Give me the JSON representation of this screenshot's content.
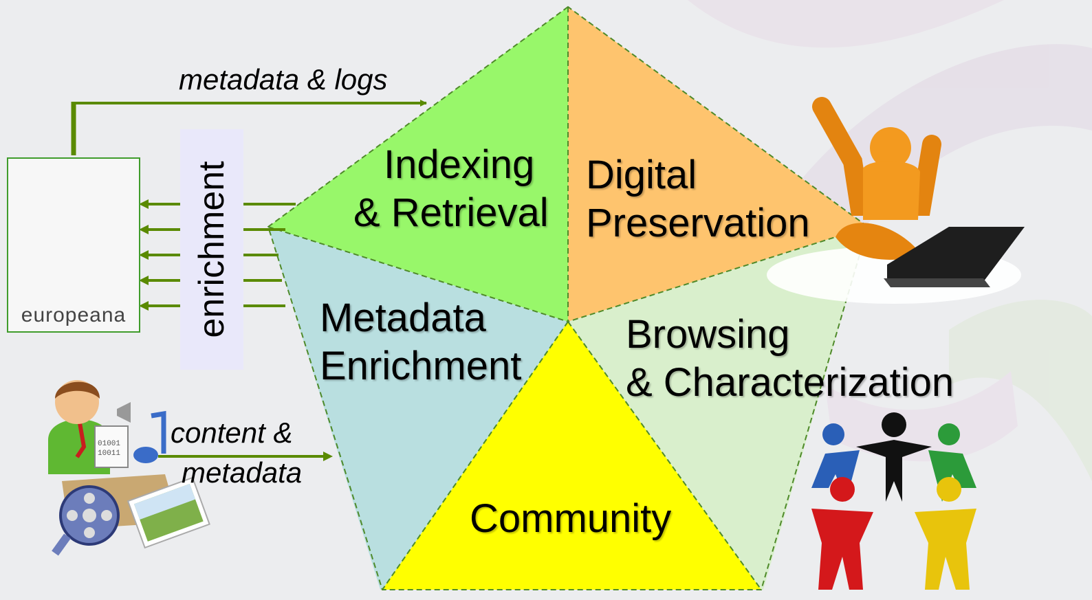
{
  "diagram": {
    "segments": {
      "indexing": [
        "Indexing",
        "& Retrieval"
      ],
      "preservation": [
        "Digital",
        "Preservation"
      ],
      "metadata": [
        "Metadata",
        "Enrichment"
      ],
      "browsing": [
        "Browsing",
        "& Characterization"
      ],
      "community": "Community"
    },
    "flows": {
      "metadata_logs": "metadata  & logs",
      "content_1": "content &",
      "content_2": "metadata",
      "enrichment": "enrichment"
    },
    "logo_text": "europeana",
    "colors": {
      "indexing": "#98f76a",
      "preservation": "#fec46e",
      "metadata": "#b9dfe0",
      "browsing": "#d9efcc",
      "community": "#ffff00",
      "arrow": "#5a8a00",
      "dash": "#4f8a2a"
    }
  }
}
